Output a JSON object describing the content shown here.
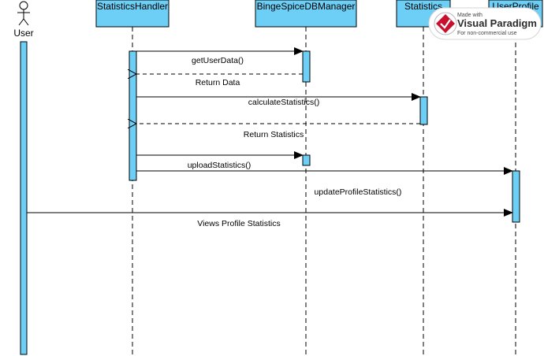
{
  "diagram": {
    "actor": {
      "label": "User"
    },
    "lifelines": [
      {
        "key": "handler",
        "label": "StatisticsHandler"
      },
      {
        "key": "db",
        "label": "BingeSpiceDBManager"
      },
      {
        "key": "stats",
        "label": "Statistics"
      },
      {
        "key": "profile",
        "label": "UserProfile"
      }
    ],
    "messages": [
      {
        "label": "getUserData()",
        "type": "sync",
        "from": "handler",
        "to": "db"
      },
      {
        "label": "Return Data",
        "type": "return",
        "from": "db",
        "to": "handler"
      },
      {
        "label": "calculateStatistics()",
        "type": "sync",
        "from": "handler",
        "to": "stats"
      },
      {
        "label": "Return Statistics",
        "type": "return",
        "from": "stats",
        "to": "handler"
      },
      {
        "label": "",
        "type": "sync",
        "from": "handler",
        "to": "db"
      },
      {
        "label": "uploadStatistics()",
        "type": "sync",
        "from": "handler",
        "to": "profile"
      },
      {
        "label": "updateProfileStatistics()",
        "type": "self-label",
        "from": "profile",
        "to": "profile"
      },
      {
        "label": "Views Profile Statistics",
        "type": "sync",
        "from": "user",
        "to": "profile"
      }
    ]
  },
  "watermark": {
    "made_with": "Made with",
    "brand": "Visual Paradigm",
    "note": "For non-commercial use"
  },
  "colors": {
    "box_fill": "#6ecff6",
    "box_stroke": "#000000",
    "activation_fill": "#6ecff6",
    "line": "#000000",
    "logo_red": "#c8102e"
  }
}
